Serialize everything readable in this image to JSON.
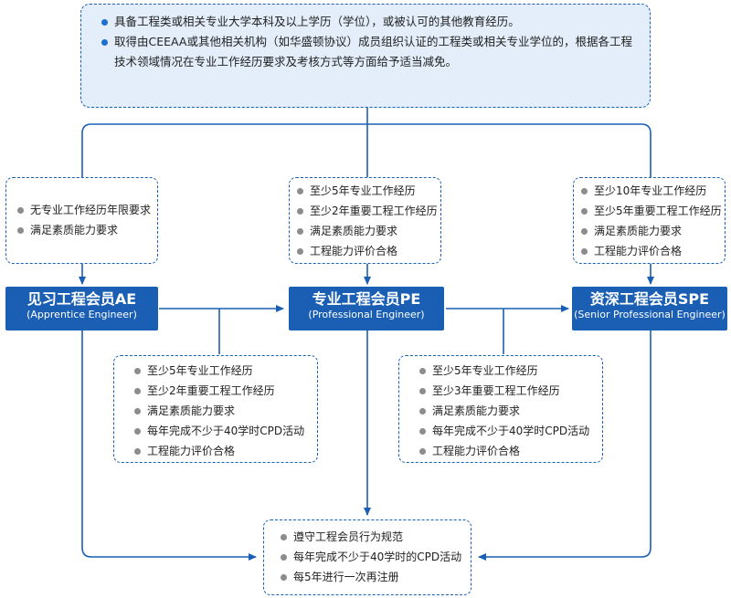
{
  "top_requirements": [
    "具备工程类或相关专业大学本科及以上学历（学位），或被认可的其他教育经历。",
    "取得由CEEAA或其他相关机构（如华盛顿协议）成员组织认证的工程类或相关专业学位的，根据各工程技术领域情况在专业工作经历要求及考核方式等方面给予适当减免。"
  ],
  "entry_requirements": {
    "ae": [
      "无专业工作经历年限要求",
      "满足素质能力要求"
    ],
    "pe": [
      "至少5年专业工作经历",
      "至少2年重要工程工作经历",
      "满足素质能力要求",
      "工程能力评价合格"
    ],
    "spe": [
      "至少10年专业工作经历",
      "至少5年重要工程工作经历",
      "满足素质能力要求",
      "工程能力评价合格"
    ]
  },
  "levels": {
    "ae": {
      "title": "见习工程会员AE",
      "subtitle": "(Apprentice Engineer)"
    },
    "pe": {
      "title": "专业工程会员PE",
      "subtitle": "(Professional Engineer)"
    },
    "spe": {
      "title": "资深工程会员SPE",
      "subtitle": "(Senior Professional Engineer)"
    }
  },
  "promotion_requirements": {
    "ae_to_pe": [
      "至少5年专业工作经历",
      "至少2年重要工程工作经历",
      "满足素质能力要求",
      "每年完成不少于40学时CPD活动",
      "工程能力评价合格"
    ],
    "pe_to_spe": [
      "至少5年专业工作经历",
      "至少3年重要工程工作经历",
      "满足素质能力要求",
      "每年完成不少于40学时CPD活动",
      "工程能力评价合格"
    ]
  },
  "maintenance_requirements": [
    "遵守工程会员行为规范",
    "每年完成不少于40学时的CPD活动",
    "每5年进行一次再注册"
  ],
  "colors": {
    "primary": "#1a5fb4",
    "top_fill": "#e3eefa",
    "bullet_grey": "#8c8c8c",
    "bullet_blue": "#1a6fd0"
  }
}
